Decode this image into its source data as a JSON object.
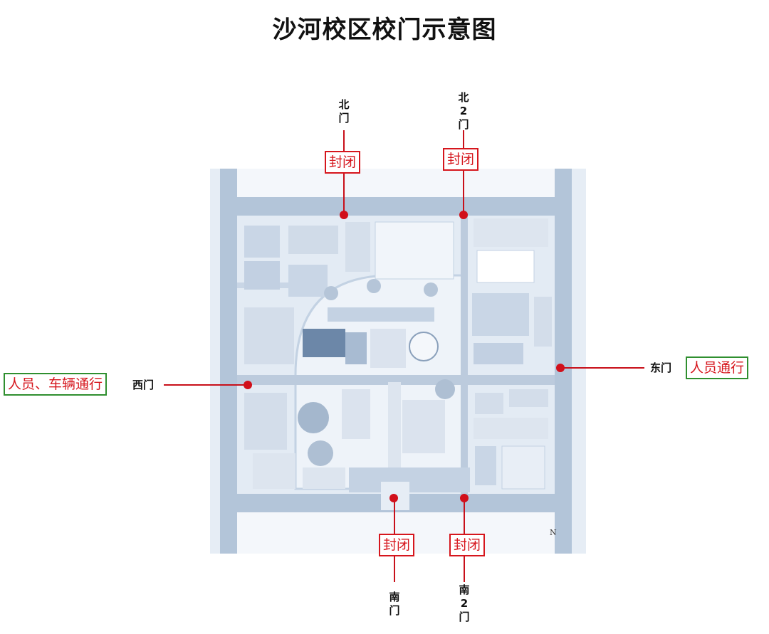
{
  "title": "沙河校区校门示意图",
  "gates": {
    "north": {
      "name": "北门",
      "status": "封闭"
    },
    "north2": {
      "name": "北2门",
      "status": "封闭"
    },
    "west": {
      "name": "西门",
      "status": "人员、车辆通行"
    },
    "east": {
      "name": "东门",
      "status": "人员通行"
    },
    "south": {
      "name": "南门",
      "status": "封闭"
    },
    "south2": {
      "name": "南2门",
      "status": "封闭"
    }
  },
  "compass": "N",
  "colors": {
    "road": "#a9bdd3",
    "block": "#e4ecf5",
    "building": "#c9d6e6",
    "leader": "#c8101a",
    "closed_border": "#d6161d",
    "open_border": "#2f8f2f"
  }
}
